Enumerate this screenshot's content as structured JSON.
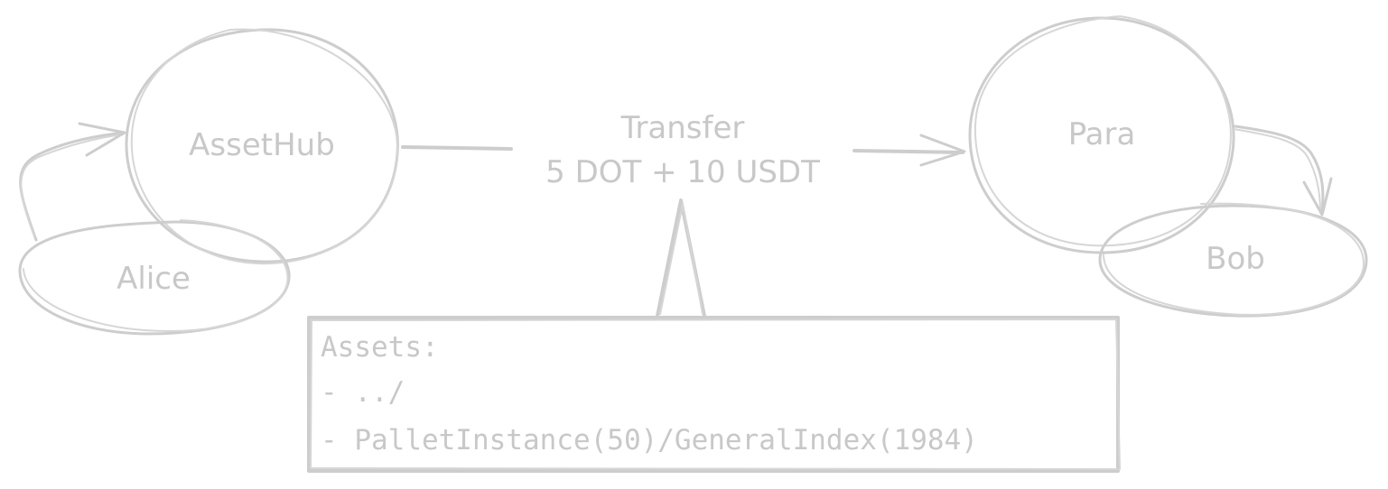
{
  "colors": {
    "stroke": "#cdcdcd",
    "text": "#c8c8c8",
    "background": "#ffffff"
  },
  "nodes": {
    "assethub": {
      "label": "AssetHub"
    },
    "alice": {
      "label": "Alice"
    },
    "para": {
      "label": "Para"
    },
    "bob": {
      "label": "Bob"
    }
  },
  "transfer": {
    "line1": "Transfer",
    "line2": "5 DOT + 10 USDT"
  },
  "note": {
    "heading": "Assets:",
    "items": [
      "- ../",
      "- PalletInstance(50)/GeneralIndex(1984)"
    ]
  }
}
